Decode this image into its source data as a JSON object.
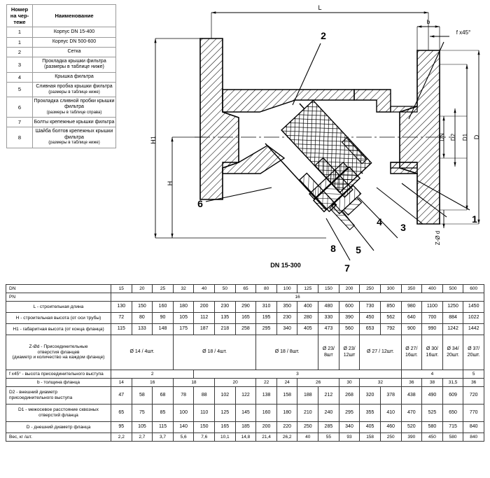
{
  "legend": {
    "header": {
      "col1": "Номер на чер- теже",
      "col2": "Наименование"
    },
    "rows": [
      {
        "num": "1",
        "name": "Корпус DN 15-400",
        "small": ""
      },
      {
        "num": "1",
        "name": "Корпус DN 500-600",
        "small": ""
      },
      {
        "num": "2",
        "name": "Сетка",
        "small": ""
      },
      {
        "num": "3",
        "name": "Прокладка крышки фильтра (размеры в таблице ниже)",
        "small": ""
      },
      {
        "num": "4",
        "name": "Крышка фильтра",
        "small": ""
      },
      {
        "num": "5",
        "name": "Сливная пробка крышки фильтра",
        "small": "(размеры в таблице ниже)"
      },
      {
        "num": "6",
        "name": "Прокладка сливной пробки крышки фильтра",
        "small": "(размеры в таблице справа)"
      },
      {
        "num": "7",
        "name": "Болты крепежные крышки фильтра",
        "small": ""
      },
      {
        "num": "8",
        "name": "Шайба болтов крепежных крышки фильтра",
        "small": "(размеры в таблице ниже)"
      }
    ]
  },
  "drawing": {
    "caption": "DN 15-300",
    "dimensions": {
      "L": "L",
      "H": "H",
      "H1": "H1",
      "b": "b",
      "chamfer": "f x45°",
      "DN": "DN",
      "D": "D",
      "D1": "D1",
      "D2": "D2",
      "Zd": "Z-Ø d"
    },
    "callouts": [
      "1",
      "2",
      "3",
      "4",
      "5",
      "6",
      "7",
      "8"
    ]
  },
  "spec": {
    "columns": [
      "15",
      "20",
      "25",
      "32",
      "40",
      "50",
      "65",
      "80",
      "100",
      "125",
      "150",
      "200",
      "250",
      "300",
      "350",
      "400",
      "500",
      "600"
    ],
    "rows": {
      "dn_label": "DN",
      "pn_label": "PN",
      "pn_value": "16",
      "L_label": "L - строительная длина",
      "L": [
        "130",
        "150",
        "160",
        "180",
        "200",
        "230",
        "290",
        "310",
        "350",
        "400",
        "480",
        "600",
        "730",
        "850",
        "980",
        "1100",
        "1250",
        "1450"
      ],
      "H_label": "H - строительная высота (от оси трубы)",
      "H": [
        "72",
        "80",
        "90",
        "105",
        "112",
        "135",
        "165",
        "195",
        "230",
        "280",
        "330",
        "390",
        "450",
        "562",
        "640",
        "700",
        "884",
        "1022"
      ],
      "H1_label": "H1 - габаритная высота (от конца фланца)",
      "H1": [
        "115",
        "133",
        "148",
        "175",
        "187",
        "218",
        "258",
        "295",
        "340",
        "405",
        "473",
        "560",
        "653",
        "792",
        "900",
        "990",
        "1242",
        "1442"
      ],
      "zod_label_1": "Z-Ød - Присоединительные",
      "zod_label_2": "отверстия фланцев",
      "zod_label_3": "(диаметр и количество на каждом фланце)",
      "zod": [
        {
          "text": "Ø 14 / 4шт.",
          "span": 3
        },
        {
          "text": "Ø 18 / 4шт.",
          "span": 4
        },
        {
          "text": "Ø 18 / 8шт.",
          "span": 3
        },
        {
          "text": "Ø 23/ 8шт",
          "span": 1
        },
        {
          "text": "Ø 23/ 12шт",
          "span": 1
        },
        {
          "text": "Ø 27 / 12шт.",
          "span": 2
        },
        {
          "text": "Ø 27/ 16шт.",
          "span": 1
        },
        {
          "text": "Ø 30/ 16шт.",
          "span": 1
        },
        {
          "text": "Ø 34/ 20шт.",
          "span": 1
        },
        {
          "text": "Ø 37/ 20шт.",
          "span": 1
        }
      ],
      "f_label": "f x45° - высота присоединительного выступа",
      "f": [
        {
          "text": "2",
          "span": 4
        },
        {
          "text": "3",
          "span": 10
        },
        {
          "text": "4",
          "span": 3
        },
        {
          "text": "5",
          "span": 1
        }
      ],
      "b_label": "b - толщина фланца",
      "b": [
        {
          "text": "14",
          "span": 1
        },
        {
          "text": "16",
          "span": 2
        },
        {
          "text": "18",
          "span": 2
        },
        {
          "text": "20",
          "span": 2
        },
        {
          "text": "22",
          "span": 1
        },
        {
          "text": "24",
          "span": 1
        },
        {
          "text": "26",
          "span": 2
        },
        {
          "text": "30",
          "span": 1
        },
        {
          "text": "32",
          "span": 2
        },
        {
          "text": "36",
          "span": 1
        },
        {
          "text": "38",
          "span": 1
        },
        {
          "text": "31,5",
          "span": 1
        },
        {
          "text": "36",
          "span": 1
        }
      ],
      "D2_label_1": "D2 - внешний диаметр",
      "D2_label_2": "присоединительного выступа",
      "D2": [
        "47",
        "58",
        "68",
        "78",
        "88",
        "102",
        "122",
        "138",
        "158",
        "188",
        "212",
        "268",
        "320",
        "378",
        "438",
        "490",
        "609",
        "720"
      ],
      "D1_label_1": "D1 - межосевое расстояние сквозных",
      "D1_label_2": "отверстий фланца",
      "D1": [
        "65",
        "75",
        "85",
        "100",
        "110",
        "125",
        "145",
        "160",
        "180",
        "210",
        "240",
        "295",
        "355",
        "410",
        "470",
        "525",
        "650",
        "770"
      ],
      "D_label": "D - днешний диаметр фланца",
      "D": [
        "95",
        "105",
        "115",
        "140",
        "150",
        "165",
        "185",
        "200",
        "220",
        "250",
        "285",
        "340",
        "405",
        "460",
        "520",
        "580",
        "715",
        "840"
      ],
      "W_label": "Вес, кг /шт.",
      "W": [
        "2,2",
        "2,7",
        "3,7",
        "5,6",
        "7,6",
        "10,1",
        "14,8",
        "21,4",
        "26,2",
        "40",
        "55",
        "93",
        "158",
        "250",
        "390",
        "450",
        "580",
        "840"
      ]
    }
  }
}
